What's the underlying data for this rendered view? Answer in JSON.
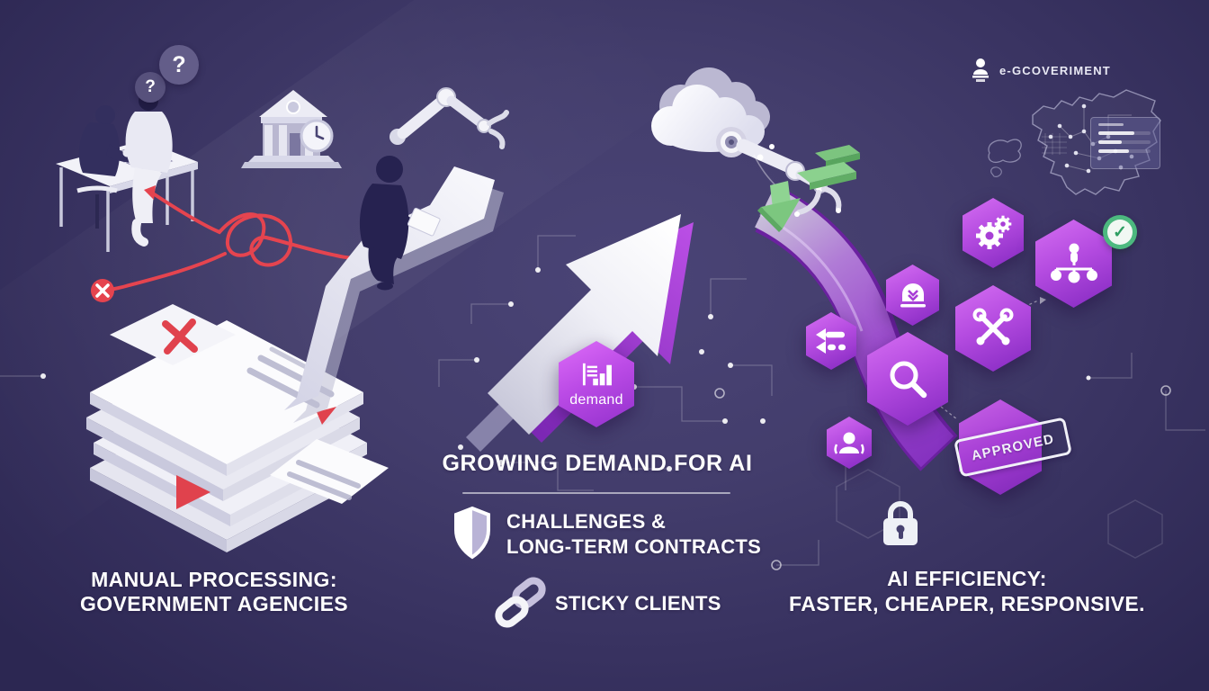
{
  "header": {
    "egov_label": "e-GCOVERIMENT"
  },
  "left_scene": {
    "caption_line1": "MANUAL PROCESSING:",
    "caption_line2": "GOVERNMENT AGENCIES",
    "question_mark": "?"
  },
  "center_scene": {
    "title": "GROWING DEMAND FOR AI",
    "challenges_line1": "CHALLENGES &",
    "challenges_line2": "LONG-TERM CONTRACTS",
    "sticky_label": "STICKY CLIENTS",
    "demand_label": "demand"
  },
  "right_scene": {
    "caption_line1": "AI EFFICIENCY:",
    "caption_line2": "FASTER, CHEAPER, RESPONSIVE.",
    "approved_label": "APPROVED",
    "check_glyph": "✓"
  },
  "colors": {
    "background": "#3d3766",
    "hex_purple_light": "#d56ef2",
    "hex_purple_dark": "#8328c0",
    "alert_red": "#e5444f",
    "success_green": "#4cb97f",
    "block_green": "#8bd18e",
    "paper_white": "#f6f6fb",
    "figure_dark": "#2a2550",
    "text_white": "#ffffff"
  }
}
